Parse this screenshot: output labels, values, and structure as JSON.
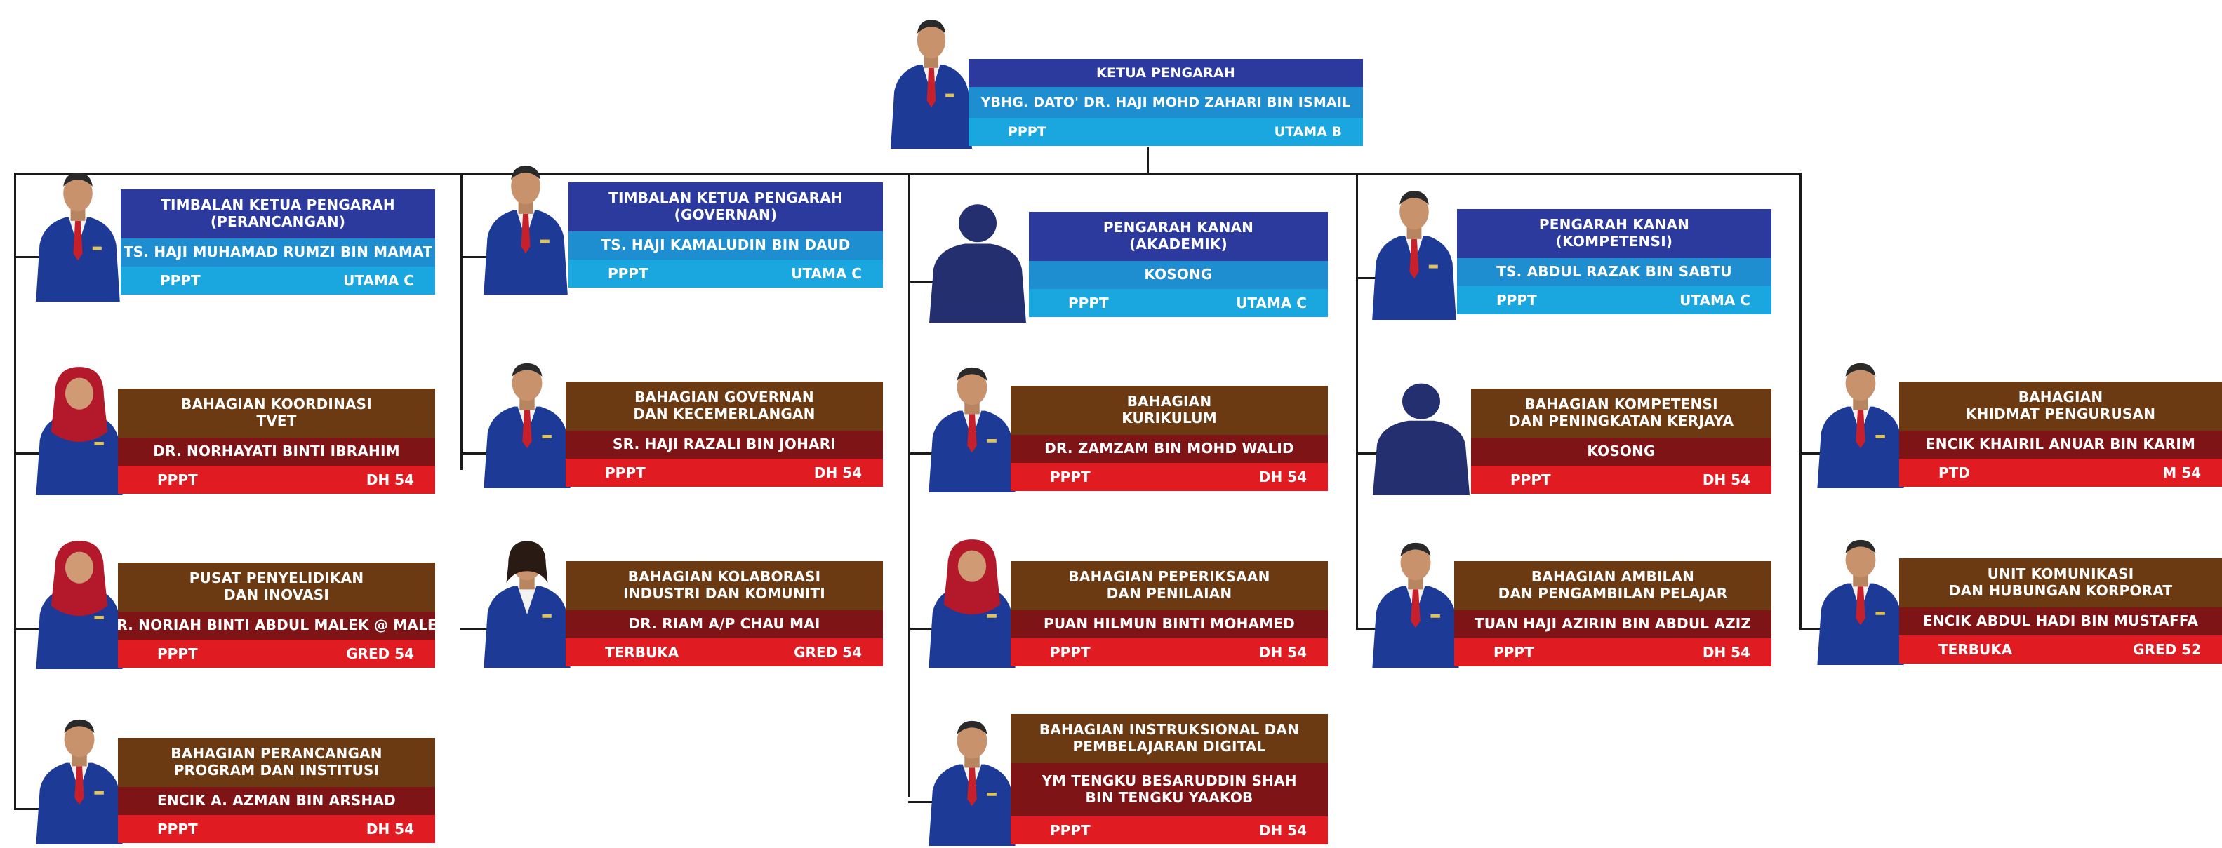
{
  "colors": {
    "blue_head": "#2b3a9c",
    "blue_name": "#1f8ed1",
    "blue_foot": "#1aa6de",
    "brown_head": "#6b3a12",
    "brown_name": "#7e1416",
    "brown_foot": "#e11b22",
    "suit": "#1d3a96",
    "silhouette": "#232f6e",
    "connector": "#1a1a1a"
  },
  "top": {
    "title": [
      "KETUA PENGARAH"
    ],
    "name": [
      "YBHG. DATO' DR. HAJI MOHD ZAHARI BIN ISMAIL"
    ],
    "scheme": "PPPT",
    "grade": "UTAMA B",
    "photo": "person-photo"
  },
  "deputies": [
    {
      "title": [
        "TIMBALAN KETUA PENGARAH",
        "(PERANCANGAN)"
      ],
      "name": [
        "TS. HAJI MUHAMAD RUMZI BIN MAMAT"
      ],
      "scheme": "PPPT",
      "grade": "UTAMA C",
      "photo": "person-photo"
    },
    {
      "title": [
        "TIMBALAN KETUA PENGARAH",
        "(GOVERNAN)"
      ],
      "name": [
        "TS. HAJI KAMALUDIN BIN DAUD"
      ],
      "scheme": "PPPT",
      "grade": "UTAMA C",
      "photo": "person-photo"
    },
    {
      "title": [
        "PENGARAH KANAN",
        "(AKADEMIK)"
      ],
      "name": [
        "KOSONG"
      ],
      "scheme": "PPPT",
      "grade": "UTAMA C",
      "photo": "silhouette"
    },
    {
      "title": [
        "PENGARAH KANAN",
        "(KOMPETENSI)"
      ],
      "name": [
        "TS. ABDUL RAZAK BIN SABTU"
      ],
      "scheme": "PPPT",
      "grade": "UTAMA C",
      "photo": "person-photo"
    }
  ],
  "divisions": [
    {
      "title": [
        "BAHAGIAN KOORDINASI",
        "TVET"
      ],
      "name": [
        "DR. NORHAYATI BINTI IBRAHIM"
      ],
      "scheme": "PPPT",
      "grade": "DH 54",
      "photo": "person-photo-hijab-red"
    },
    {
      "title": [
        "PUSAT PENYELIDIKAN",
        "DAN INOVASI"
      ],
      "name": [
        "DR. NORIAH BINTI ABDUL MALEK @ MALEK"
      ],
      "scheme": "PPPT",
      "grade": "GRED 54",
      "photo": "person-photo-hijab-red"
    },
    {
      "title": [
        "BAHAGIAN PERANCANGAN",
        "PROGRAM DAN INSTITUSI"
      ],
      "name": [
        "ENCIK A. AZMAN BIN ARSHAD"
      ],
      "scheme": "PPPT",
      "grade": "DH 54",
      "photo": "person-photo"
    },
    {
      "title": [
        "BAHAGIAN GOVERNAN",
        "DAN KECEMERLANGAN"
      ],
      "name": [
        "SR. HAJI RAZALI BIN JOHARI"
      ],
      "scheme": "PPPT",
      "grade": "DH 54",
      "photo": "person-photo"
    },
    {
      "title": [
        "BAHAGIAN KOLABORASI",
        "INDUSTRI DAN KOMUNITI"
      ],
      "name": [
        "DR. RIAM A/P CHAU MAI"
      ],
      "scheme": "TERBUKA",
      "grade": "GRED 54",
      "photo": "person-photo-woman"
    },
    {
      "title": [
        "BAHAGIAN",
        "KURIKULUM"
      ],
      "name": [
        "DR. ZAMZAM BIN MOHD WALID"
      ],
      "scheme": "PPPT",
      "grade": "DH 54",
      "photo": "person-photo"
    },
    {
      "title": [
        "BAHAGIAN PEPERIKSAAN",
        "DAN PENILAIAN"
      ],
      "name": [
        "PUAN HILMUN BINTI MOHAMED"
      ],
      "scheme": "PPPT",
      "grade": "DH 54",
      "photo": "person-photo-hijab-red"
    },
    {
      "title": [
        "BAHAGIAN INSTRUKSIONAL DAN",
        "PEMBELAJARAN DIGITAL"
      ],
      "name": [
        "YM TENGKU BESARUDDIN SHAH",
        "BIN TENGKU YAAKOB"
      ],
      "scheme": "PPPT",
      "grade": "DH 54",
      "photo": "person-photo"
    },
    {
      "title": [
        "BAHAGIAN KOMPETENSI",
        "DAN PENINGKATAN KERJAYA"
      ],
      "name": [
        "KOSONG"
      ],
      "scheme": "PPPT",
      "grade": "DH 54",
      "photo": "silhouette"
    },
    {
      "title": [
        "BAHAGIAN AMBILAN",
        "DAN PENGAMBILAN PELAJAR"
      ],
      "name": [
        "TUAN HAJI AZIRIN BIN ABDUL AZIZ"
      ],
      "scheme": "PPPT",
      "grade": "DH 54",
      "photo": "person-photo"
    },
    {
      "title": [
        "BAHAGIAN",
        "KHIDMAT PENGURUSAN"
      ],
      "name": [
        "ENCIK KHAIRIL ANUAR BIN KARIM"
      ],
      "scheme": "PTD",
      "grade": "M 54",
      "photo": "person-photo"
    },
    {
      "title": [
        "UNIT KOMUNIKASI",
        "DAN HUBUNGAN KORPORAT"
      ],
      "name": [
        "ENCIK ABDUL HADI BIN MUSTAFFA"
      ],
      "scheme": "TERBUKA",
      "grade": "GRED 52",
      "photo": "person-photo"
    }
  ]
}
